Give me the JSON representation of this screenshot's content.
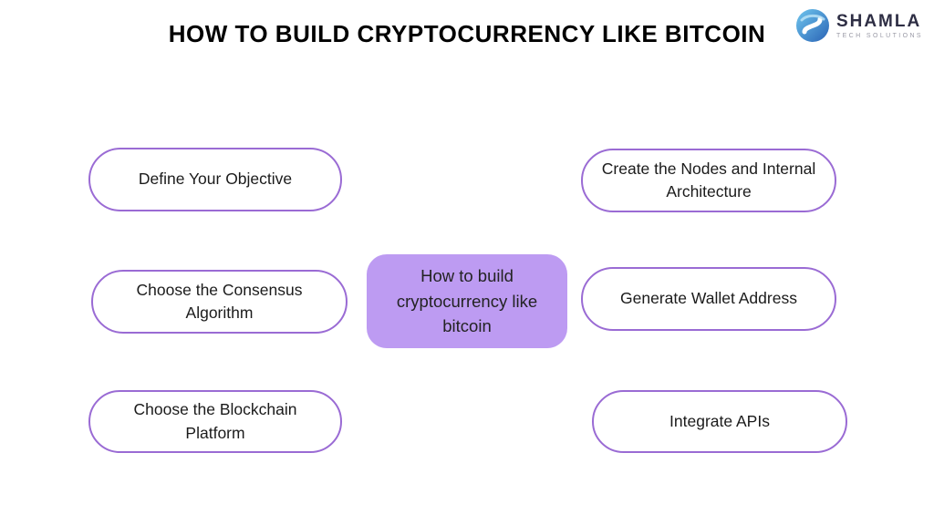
{
  "page": {
    "title": "HOW TO BUILD CRYPTOCURRENCY LIKE BITCOIN"
  },
  "logo": {
    "name": "SHAMLA",
    "tagline": "TECH SOLUTIONS"
  },
  "diagram": {
    "center_node": {
      "label": "How to build cryptocurrency like bitcoin"
    },
    "nodes": [
      {
        "label": "Define Your Objective",
        "side": "left"
      },
      {
        "label": "Create the Nodes and Internal Architecture",
        "side": "right"
      },
      {
        "label": "Choose the Consensus Algorithm",
        "side": "left"
      },
      {
        "label": "Generate Wallet Address",
        "side": "right"
      },
      {
        "label": "Choose the Blockchain Platform",
        "side": "left"
      },
      {
        "label": "Integrate APIs",
        "side": "right"
      }
    ]
  },
  "colors": {
    "node_outline": "#9a6bd4",
    "center_fill": "#bd9bf2",
    "title_text": "#000000",
    "logo_blue_light": "#6fc6ee",
    "logo_blue_dark": "#2a63b5"
  }
}
